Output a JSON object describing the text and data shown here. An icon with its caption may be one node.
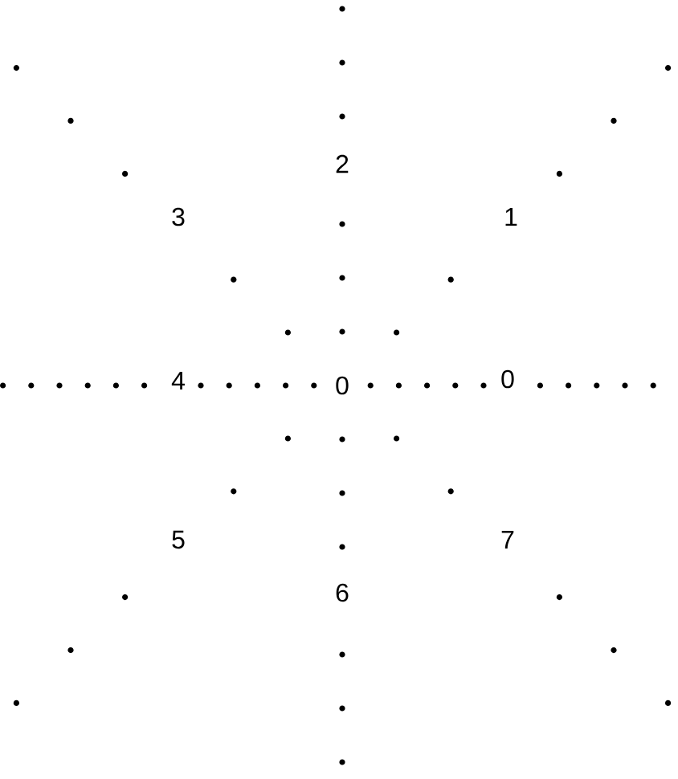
{
  "diagram": {
    "labels": [
      "2",
      "3",
      "1",
      "4",
      "0",
      "0",
      "5",
      "7",
      "6"
    ]
  }
}
